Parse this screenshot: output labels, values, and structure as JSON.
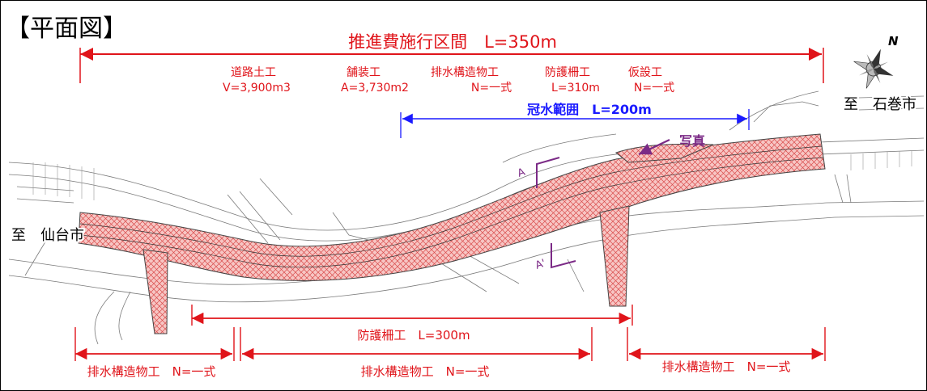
{
  "title": "【平面図】",
  "section": {
    "label": "推進費施行区間　L=350m"
  },
  "works": [
    {
      "name": "道路土工",
      "qty": "V=3,900m3"
    },
    {
      "name": "舗装工",
      "qty": "A=3,730m2"
    },
    {
      "name": "排水構造物工",
      "qty": "N=一式"
    },
    {
      "name": "防護柵工",
      "qty": "L=310m"
    },
    {
      "name": "仮設工",
      "qty": "N=一式"
    }
  ],
  "flood": {
    "label": "冠水範囲　L=200m"
  },
  "photo": {
    "label": "写真"
  },
  "section_marks": [
    "A",
    "A'"
  ],
  "destinations": {
    "left": "至　仙台市",
    "right": "至　石巻市"
  },
  "bottom": {
    "guardrail": "防護柵工　L=300m",
    "drain_left": "排水構造物工　N=一式",
    "drain_center": "排水構造物工　N=一式",
    "drain_right": "排水構造物工　N=一式"
  },
  "compass": {
    "label": "N"
  },
  "colors": {
    "dimension": "#e0141a",
    "flood": "#1a1aff",
    "photo": "#7b2a86",
    "road_fill": "#f7c6c4",
    "road_hatch": "#d94a4a",
    "linework": "#6f6f6f"
  }
}
